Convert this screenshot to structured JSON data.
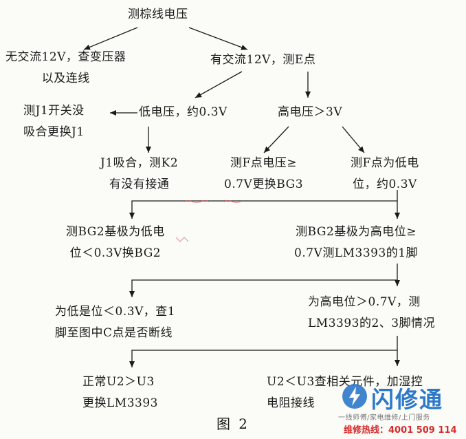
{
  "nodes": {
    "root": [
      "测棕线电压"
    ],
    "no_ac": [
      "无交流12V，查变压器",
      "以及连线"
    ],
    "has_ac": [
      "有交流12V，测E点"
    ],
    "j1_check": [
      "测J1开关没",
      "吸合更换J1"
    ],
    "low_v": [
      "低电压，约0.3V"
    ],
    "high_v": [
      "高电压＞3V"
    ],
    "j1_closed": [
      "J1吸合，测K2",
      "有没有接通"
    ],
    "f_high": [
      "测F点电压≥",
      "0.7V更换BG3"
    ],
    "f_low": [
      "测F点为低电",
      "位，约0.3V"
    ],
    "bg2_low": [
      "测BG2基极为低电",
      "位＜0.3V换BG2"
    ],
    "bg2_high": [
      "测BG2基极为高电位≥",
      "0.7V测LM3393的1脚"
    ],
    "pin1_low": [
      "为低是位＜0.3V，查1",
      "脚至图中C点是否断线"
    ],
    "pin1_high": [
      "为高电位＞0.7V，测",
      "LM3393的2、3脚情况"
    ],
    "normal": [
      "正常U2＞U3",
      "更换LM3393"
    ],
    "u2_less": [
      "U2＜U3查相关元件，加湿控",
      "电阻接线"
    ]
  },
  "caption": "图 2",
  "watermark": {
    "name": "闪修通",
    "tagline": "一线师傅/家电维修/上门服务",
    "hotline": "维修热线：4001 509 114",
    "brand_color": "#2c78c9",
    "hotline_color": "#d42b2b"
  }
}
